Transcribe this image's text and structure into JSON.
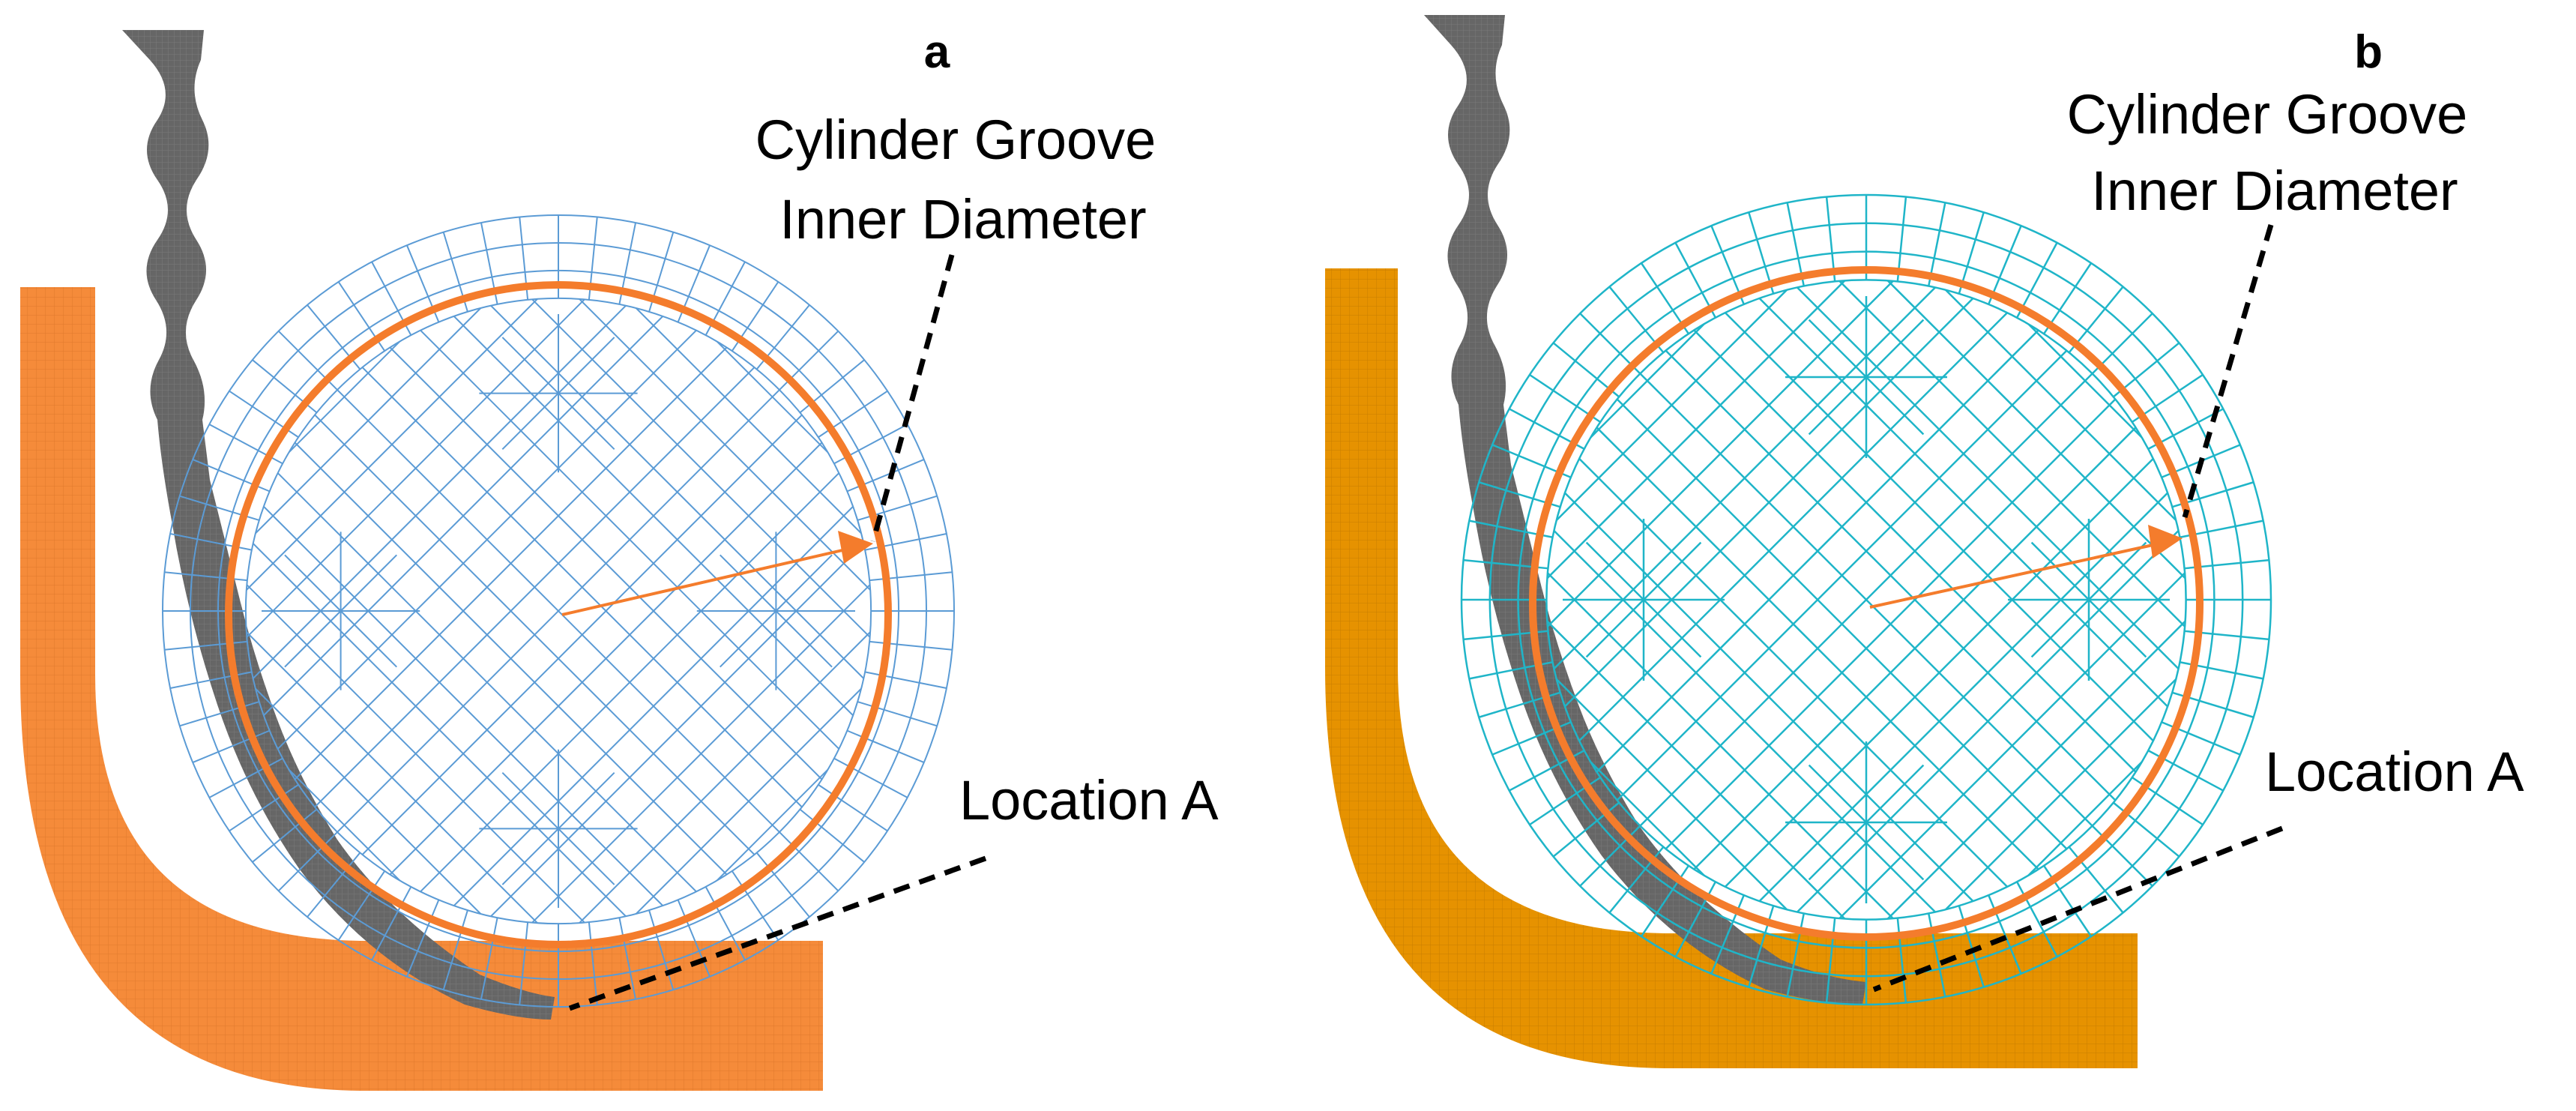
{
  "panels": [
    {
      "letter": "a",
      "groove_label_line1": "Cylinder Groove",
      "groove_label_line2": "Inner Diameter",
      "location_label": "Location A"
    },
    {
      "letter": "b",
      "groove_label_line1": "Cylinder Groove",
      "groove_label_line2": "Inner Diameter",
      "location_label": "Location A"
    }
  ],
  "colors": {
    "mesh_a": "#5b9bd5",
    "mesh_b": "#1fb5c8",
    "plate_a": "#f58b3a",
    "plate_b": "#e69200",
    "groove_ring": "#f47c2c",
    "wire": "#666666",
    "wire_mesh": "#7a7a7a",
    "leader": "#000000"
  }
}
